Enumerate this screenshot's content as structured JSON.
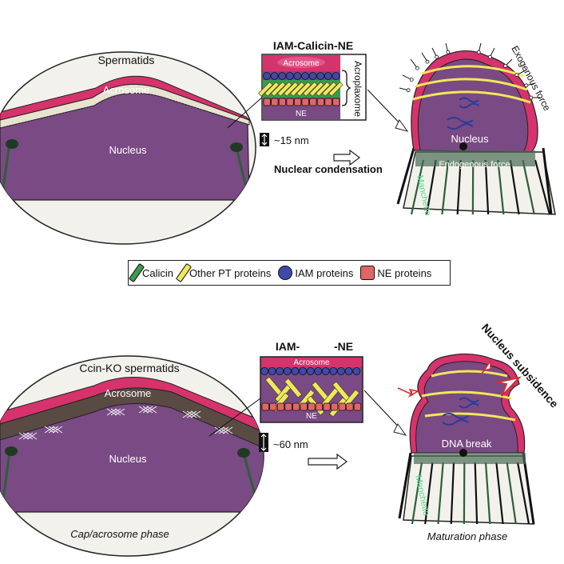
{
  "colors": {
    "acrosome": "#d6336c",
    "acrosome_light": "#e0578a",
    "nucleus": "#7a4a84",
    "nucleus_dark": "#5e3a6b",
    "calicin": "#3a9a4e",
    "pt": "#efe85a",
    "iam": "#3f4aa8",
    "ne": "#e06666",
    "manchette": "#2e5e3a",
    "gap_ko": "#5a4a44",
    "bg_cell": "#f2f1ec"
  },
  "top": {
    "cell_title": "Spermatids",
    "acrosome": "Acrosome",
    "nucleus": "Nucleus",
    "inset_title": "IAM-Calicin-NE",
    "inset_acrosome": "Acrosome",
    "inset_ne": "NE",
    "acroplaxome": "Acroplaxome",
    "distance": "~15 nm",
    "process": "Nuclear condensation",
    "mat_nucleus": "Nucleus",
    "exogenous": "Exogenous force",
    "endogenous": "Endogenous force",
    "manchette": "Manchette"
  },
  "legend": {
    "calicin": "Calicin",
    "other_pt": "Other PT proteins",
    "iam": "IAM proteins",
    "ne": "NE proteins"
  },
  "bottom": {
    "cell_title": "Ccin-KO spermatids",
    "acrosome": "Acrosome",
    "nucleus": "Nucleus",
    "inset_title_left": "IAM-",
    "inset_title_right": "-NE",
    "inset_acrosome": "Acrosome",
    "inset_ne": "NE",
    "distance": "~60 nm",
    "subsidence": "Nucleus subsidence",
    "dna_break": "DNA break",
    "manchette": "Manchette"
  },
  "phases": {
    "left": "Cap/acrosome phase",
    "right": "Maturation phase"
  }
}
